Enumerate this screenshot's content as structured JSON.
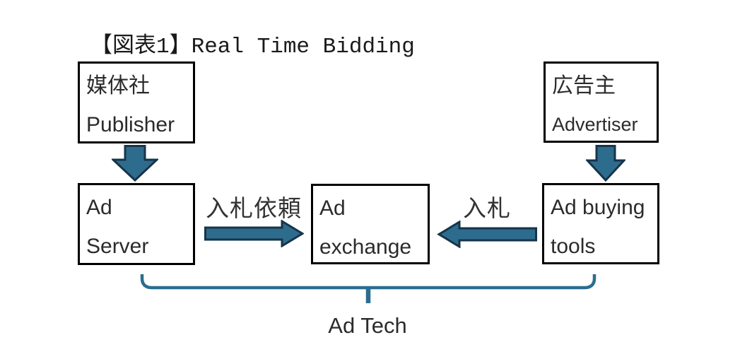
{
  "title": "【図表1】Real Time Bidding",
  "colors": {
    "arrow_fill": "#2E6C8E",
    "arrow_stroke": "#16344A",
    "brace_color": "#2A6E8E",
    "box_border": "#000000"
  },
  "boxes": {
    "publisher": {
      "line1": "媒体社",
      "line2": "Publisher"
    },
    "advertiser": {
      "line1": "広告主",
      "line2": "Advertiser"
    },
    "ad_server": {
      "line1": "Ad",
      "line2": "Server"
    },
    "ad_exchange": {
      "line1": "Ad",
      "line2": "exchange"
    },
    "ad_buying": {
      "line1": "Ad buying",
      "line2": "tools"
    }
  },
  "arrows": {
    "bid_request_label": "入札依頼",
    "bid_label": "入札"
  },
  "brace": {
    "label": "Ad Tech"
  }
}
